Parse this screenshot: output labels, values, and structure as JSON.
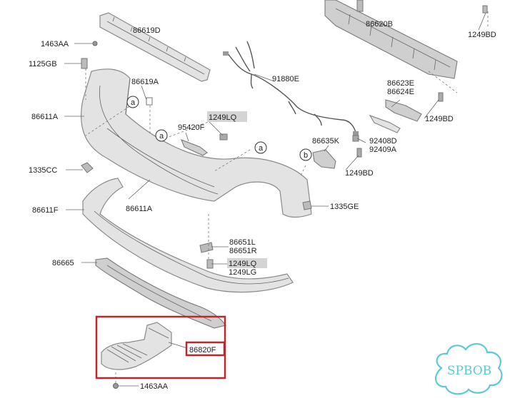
{
  "accent_color": "#c0262d",
  "watermark_color": "#5cc9d8",
  "labels": {
    "p_1463aa_top": "1463AA",
    "p_1125gb": "1125GB",
    "p_86619d": "86619D",
    "p_86619a": "86619A",
    "p_86611a_left": "86611A",
    "p_86611a_mid": "86611A",
    "p_95420f": "95420F",
    "p_1249lq_top": "1249LQ",
    "p_91880e": "91880E",
    "p_86620b": "86620B",
    "p_1249bd_tr": "1249BD",
    "p_86623e": "86623E",
    "p_86624e": "86624E",
    "p_1249bd_mid": "1249BD",
    "p_86635k": "86635K",
    "p_92408d": "92408D",
    "p_92409a": "92409A",
    "p_1249bd_low": "1249BD",
    "p_1335cc": "1335CC",
    "p_86611f": "86611F",
    "p_1335ge": "1335GE",
    "p_86651l": "86651L",
    "p_86651r": "86651R",
    "p_86665": "86665",
    "p_1249lq_bot": "1249LQ",
    "p_1249lg": "1249LG",
    "p_86820f": "86820F",
    "p_1463aa_bot": "1463AA"
  },
  "callouts": {
    "a1": "a",
    "a2": "a",
    "a3": "a",
    "b1": "b"
  },
  "watermark": {
    "text": "SPBOB"
  }
}
